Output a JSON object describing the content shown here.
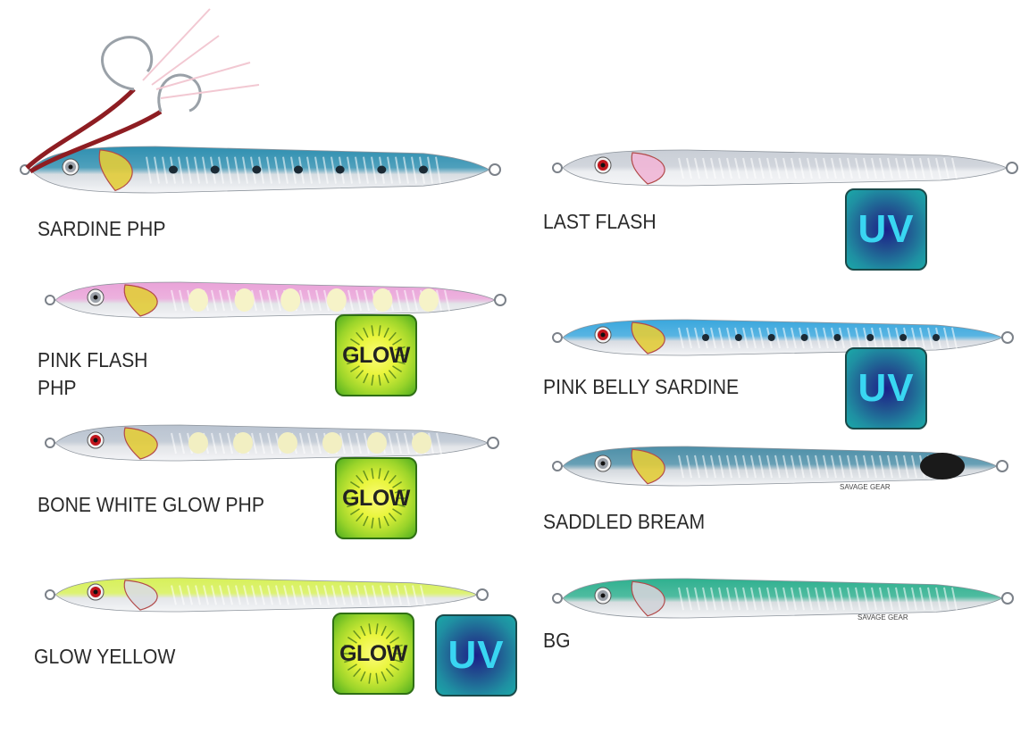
{
  "colors": {
    "label_text": "#2a2a2a",
    "uv_badge_text": "#39d6f2",
    "glow_badge_text": "#222222"
  },
  "lures": [
    {
      "name": "SARDINE PHP",
      "back": "#2f8fb0",
      "belly": "#d8dde2",
      "cheek": "#e2cc3a",
      "eye": "#9aa0a8",
      "hooks": true
    },
    {
      "name": "PINK FLASH",
      "name_line2": "PHP",
      "back": "#e9a3d8",
      "belly": "#e2e4e8",
      "cheek": "#e2cc3a",
      "eye": "#9aa0a8",
      "badge": "GLOW"
    },
    {
      "name": "BONE WHITE GLOW PHP",
      "back": "#b9c3d0",
      "belly": "#e2e4e8",
      "cheek": "#e2cc3a",
      "eye": "#c0151c",
      "badge": "GLOW"
    },
    {
      "name": "GLOW YELLOW",
      "back": "#d7f05a",
      "belly": "#e4e6ea",
      "cheek": "#d9dbe0",
      "eye": "#c0151c",
      "badge": "GLOW",
      "badge2": "UV"
    },
    {
      "name": "LAST FLASH",
      "back": "#c9ced6",
      "belly": "#eceef1",
      "cheek": "#f0b6d6",
      "eye": "#c0151c",
      "badge": "UV"
    },
    {
      "name": "PINK BELLY SARDINE",
      "back": "#3aa7dd",
      "belly": "#d8dce2",
      "cheek": "#e2cc3a",
      "eye": "#c0151c",
      "badge": "UV"
    },
    {
      "name": "SADDLED BREAM",
      "back": "#4d8fa8",
      "belly": "#d4d9de",
      "cheek": "#e2cc3a",
      "eye": "#9aa0a8",
      "brand": "SAVAGE GEAR"
    },
    {
      "name": "BG",
      "back": "#2fb08f",
      "belly": "#d8dde0",
      "cheek": "#d0d3d8",
      "eye": "#9aa0a8",
      "brand": "SAVAGE GEAR"
    }
  ],
  "badges": {
    "glow": "GLOW",
    "uv": "UV"
  }
}
